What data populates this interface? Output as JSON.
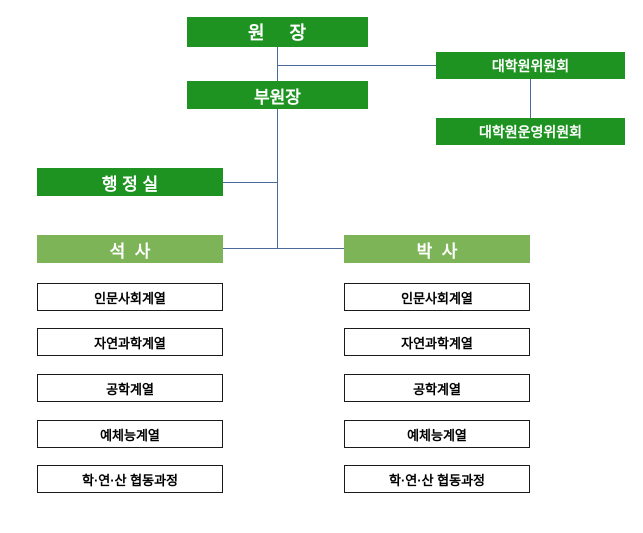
{
  "org": {
    "director": "원    장",
    "grad_committee": "대학원위원회",
    "vice_director": "부원장",
    "grad_operating_committee": "대학원운영위원회",
    "admin_office": "행 정 실",
    "masters": {
      "title": "석  사",
      "tracks": [
        "인문사회계열",
        "자연과학계열",
        "공학계열",
        "예체능계열",
        "학·연·산 협동과정"
      ]
    },
    "doctorate": {
      "title": "박  사",
      "tracks": [
        "인문사회계열",
        "자연과학계열",
        "공학계열",
        "예체능계열",
        "학·연·산 협동과정"
      ]
    }
  },
  "colors": {
    "dark_green": "#1f9321",
    "light_green": "#7db457",
    "line_color": "#4a6b9a",
    "box_border": "#1a1a1a"
  }
}
